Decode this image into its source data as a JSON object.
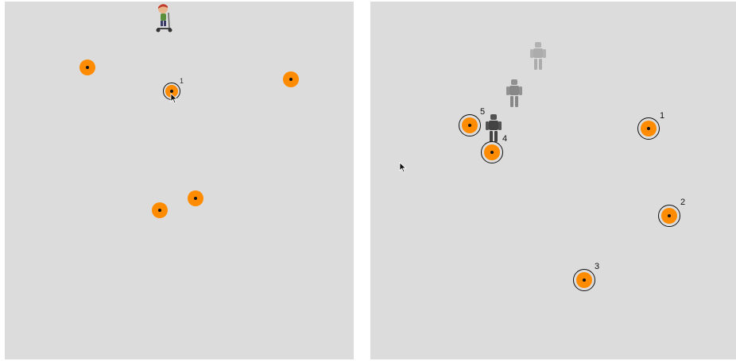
{
  "left_panel": {
    "avatar_icon": "kid-on-scooter-icon",
    "targets": [
      {
        "name": "orange-target"
      },
      {
        "name": "orange-target"
      },
      {
        "name": "orange-target-active",
        "label": "1"
      },
      {
        "name": "orange-target"
      },
      {
        "name": "orange-target"
      }
    ],
    "cursor_icon": "mouse-pointer-icon"
  },
  "right_panel": {
    "robot_icons": [
      "robot-ghost-icon",
      "robot-ghost-icon",
      "robot-icon"
    ],
    "targets": [
      {
        "label": "1"
      },
      {
        "label": "2"
      },
      {
        "label": "3"
      },
      {
        "label": "4"
      },
      {
        "label": "5"
      }
    ],
    "cursor_icon": "mouse-pointer-icon"
  },
  "colors": {
    "background": "#dcdcdc",
    "target_fill": "#ff8c00",
    "ring": "#111111"
  }
}
